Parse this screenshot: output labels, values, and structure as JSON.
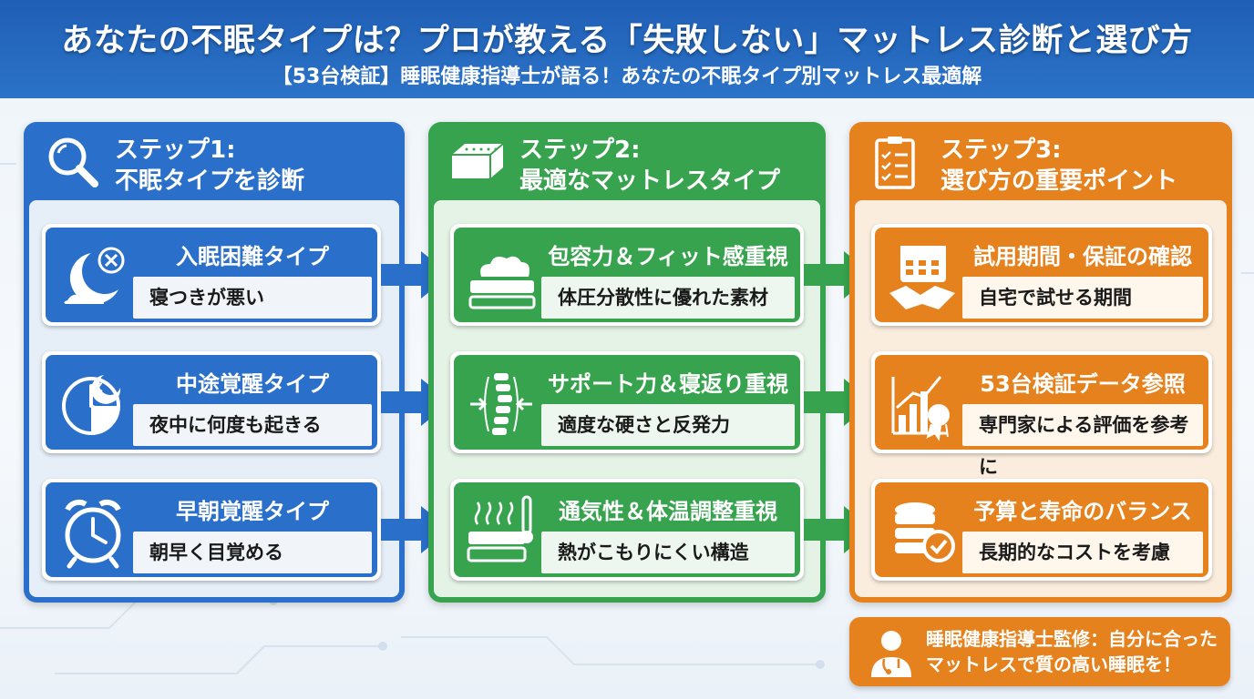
{
  "header": {
    "title": "あなたの不眠タイプは？プロが教える「失敗しない」マットレス診断と選び方",
    "subtitle": "【53台検証】睡眠健康指導士が語る！あなたの不眠タイプ別マットレス最適解"
  },
  "colors": {
    "blue": "#2a6fc9",
    "green": "#37a34e",
    "orange": "#e6821d",
    "header": "#1f5fb5"
  },
  "steps": [
    {
      "title_line1": "ステップ1:",
      "title_line2": "不眠タイプを診断",
      "icon": "magnifier-icon",
      "cards": [
        {
          "title": "入眠困難タイプ",
          "desc": "寝つきが悪い",
          "icon": "moon-clock-icon"
        },
        {
          "title": "中途覚醒タイプ",
          "desc": "夜中に何度も起きる",
          "icon": "clock-sleep-icon"
        },
        {
          "title": "早朝覚醒タイプ",
          "desc": "朝早く目覚める",
          "icon": "alarm-clock-icon"
        }
      ]
    },
    {
      "title_line1": "ステップ2:",
      "title_line2": "最適なマットレスタイプ",
      "icon": "mattress-icon",
      "cards": [
        {
          "title": "包容力＆フィット感重視",
          "desc": "体圧分散性に優れた素材",
          "icon": "soft-mattress-icon"
        },
        {
          "title": "サポート力＆寝返り重視",
          "desc": "適度な硬さと反発力",
          "icon": "spine-icon"
        },
        {
          "title": "通気性＆体温調整重視",
          "desc": "熱がこもりにくい構造",
          "icon": "ventilation-thermometer-icon"
        }
      ]
    },
    {
      "title_line1": "ステップ3:",
      "title_line2": "選び方の重要ポイント",
      "icon": "checklist-icon",
      "cards": [
        {
          "title": "試用期間・保証の確認",
          "desc": "自宅で試せる期間",
          "icon": "calendar-handshake-icon"
        },
        {
          "title": "53台検証データ参照",
          "desc": "専門家による評価を参考に",
          "icon": "chart-award-icon"
        },
        {
          "title": "予算と寿命のバランス",
          "desc": "長期的なコストを考慮",
          "icon": "coins-check-icon"
        }
      ]
    }
  ],
  "footer_note": {
    "line1": "睡眠健康指導士監修：自分に合った",
    "line2": "マットレスで質の高い睡眠を！",
    "icon": "doctor-icon"
  }
}
